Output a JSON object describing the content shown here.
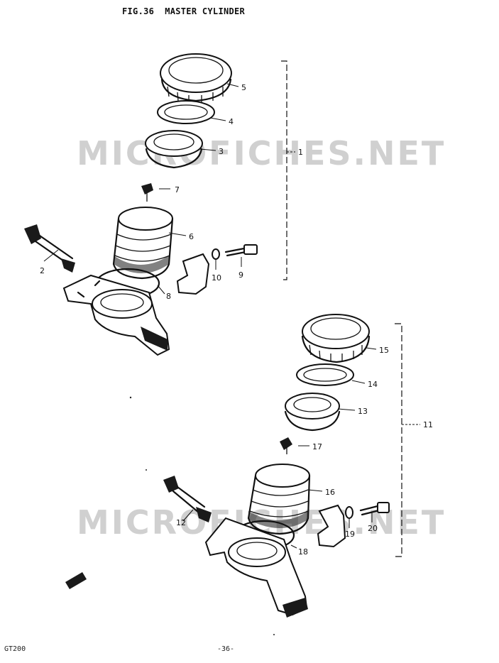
{
  "title": "FIG.36  MASTER CYLINDER",
  "watermark": "MICROFICHES.NET",
  "footer": {
    "model": "GT200",
    "page": "-36-"
  },
  "callouts": [
    "1",
    "2",
    "3",
    "4",
    "5",
    "6",
    "7",
    "8",
    "9",
    "10",
    "11",
    "12",
    "13",
    "14",
    "15",
    "16",
    "17",
    "18",
    "19",
    "20"
  ]
}
